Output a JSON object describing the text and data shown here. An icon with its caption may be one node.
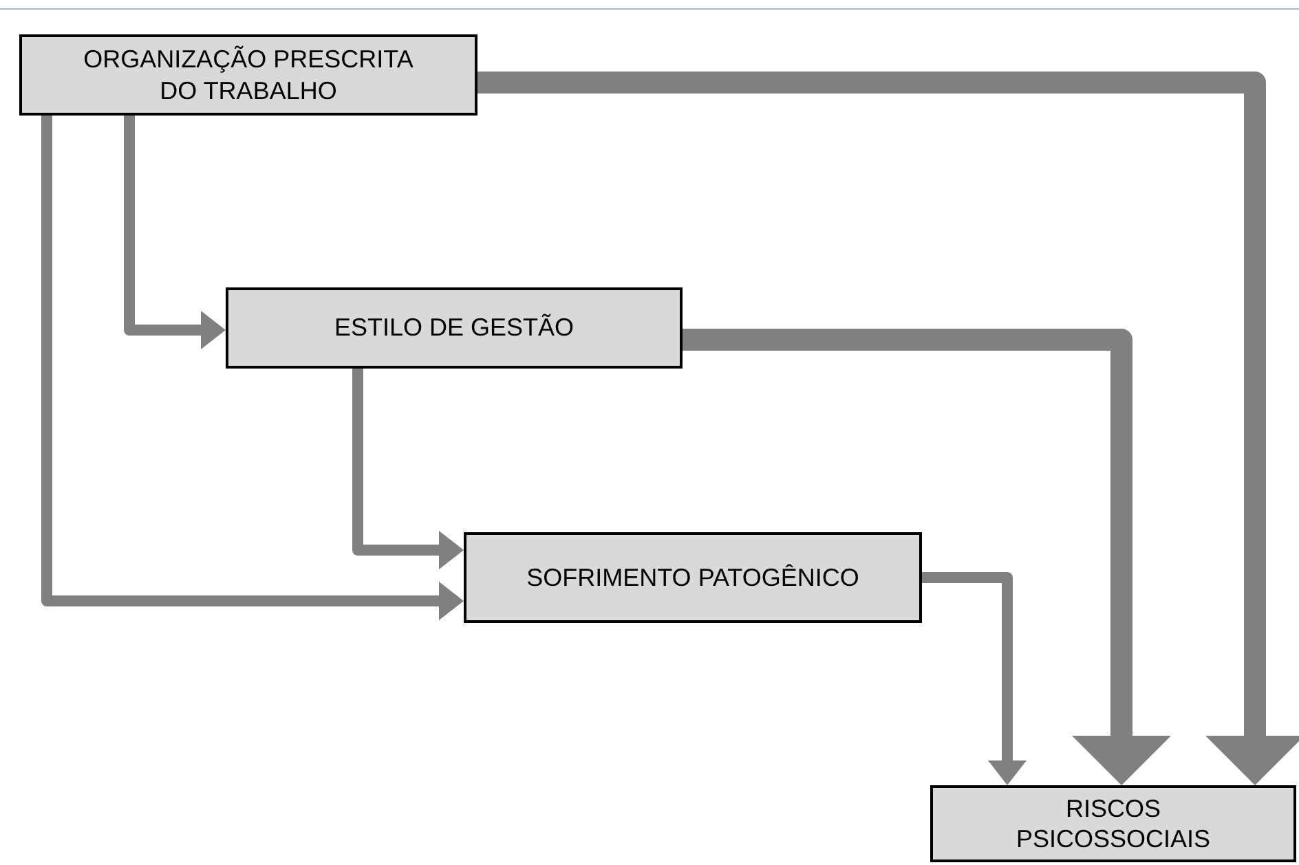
{
  "diagram": {
    "nodes": [
      {
        "text": [
          "ORGANIZAÇÃO PRESCRITA DO TRABALHO"
        ]
      },
      {
        "text": [
          "ESTILO DE GESTÃO"
        ]
      },
      {
        "text": [
          "SOFRIMENTO PATOGÊNICO"
        ]
      },
      {
        "text": [
          "RISCOS PSICOSSOCIAIS"
        ]
      }
    ],
    "edges": [
      {
        "from": 0,
        "to": 3,
        "arrow": "to",
        "style": "thick"
      },
      {
        "from": 1,
        "to": 3,
        "arrow": "to",
        "style": "thick"
      },
      {
        "from": 2,
        "to": 3,
        "arrow": "to"
      },
      {
        "from": 0,
        "to": 1,
        "arrow": "to"
      },
      {
        "from": 0,
        "to": 2,
        "arrow": "to"
      },
      {
        "from": 1,
        "to": 2,
        "arrow": "to"
      }
    ]
  }
}
